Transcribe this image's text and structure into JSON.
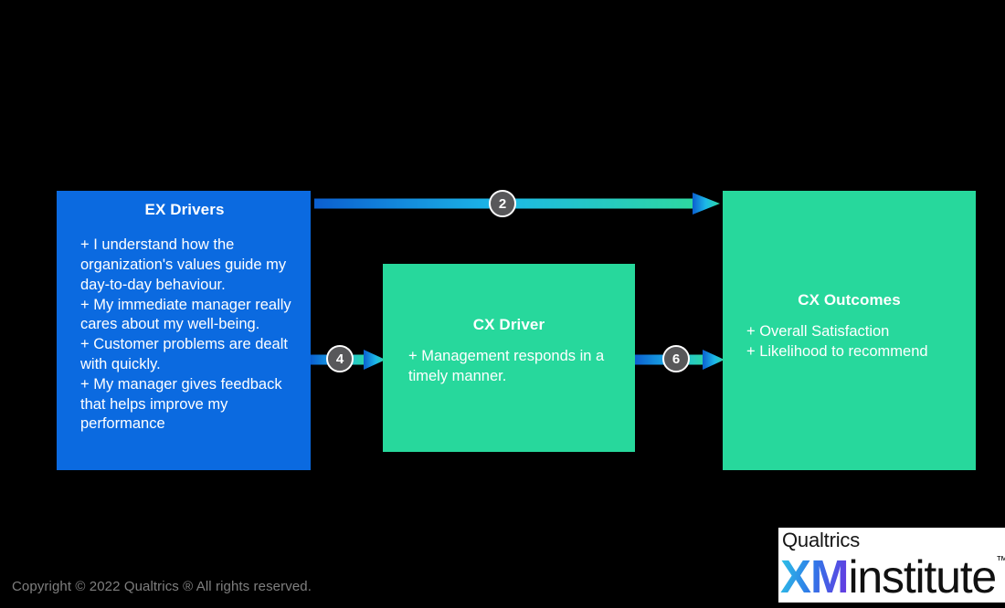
{
  "diagram": {
    "boxes": {
      "ex_drivers": {
        "title": "EX Drivers",
        "items": "+ I understand how the organization's values guide my day-to-day behaviour.\n+  My immediate manager really cares about my well-being.\n+ Customer problems are dealt with quickly.\n+ My manager gives feedback that helps improve my performance",
        "color": "#0b6ae0"
      },
      "cx_driver": {
        "title": "CX Driver",
        "items": "+ Management responds in a timely manner.",
        "color": "#27d89c"
      },
      "cx_outcomes": {
        "title": "CX Outcomes",
        "items": "+ Overall Satisfaction\n+ Likelihood to recommend",
        "color": "#27d89c"
      }
    },
    "connectors": {
      "ex_to_outcomes": {
        "label": "2"
      },
      "ex_to_driver": {
        "label": "4"
      },
      "driver_to_outcomes": {
        "label": "6"
      }
    },
    "arrow_gradient": {
      "start": "#0b5fd0",
      "mid": "#1cb8e8",
      "end": "#2ed9a0"
    },
    "badge_color": "#58585a"
  },
  "footer": {
    "copyright": "Copyright © 2022 Qualtrics ® All rights reserved.",
    "logo": {
      "brand": "Qualtrics",
      "mark": "XM",
      "name": "institute",
      "trademark": "™"
    }
  }
}
